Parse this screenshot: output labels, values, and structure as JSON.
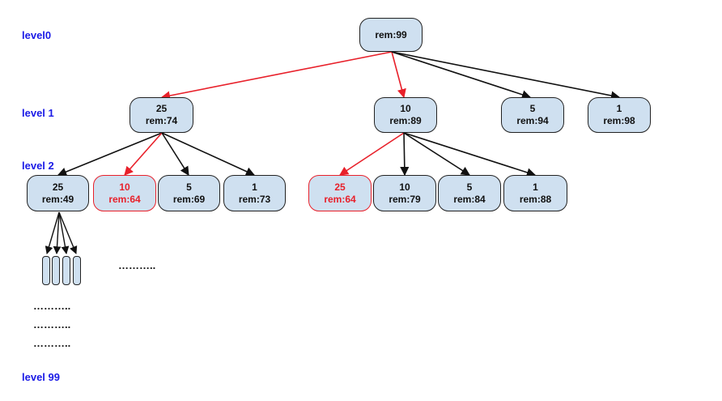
{
  "levels": {
    "l0": "level0",
    "l1": "level 1",
    "l2": "level 2",
    "l99": "level 99"
  },
  "nodes": {
    "root": {
      "value": "",
      "rem": "rem:99"
    },
    "l1_25": {
      "value": "25",
      "rem": "rem:74"
    },
    "l1_10": {
      "value": "10",
      "rem": "rem:89"
    },
    "l1_5": {
      "value": "5",
      "rem": "rem:94"
    },
    "l1_1": {
      "value": "1",
      "rem": "rem:98"
    },
    "l2a_25": {
      "value": "25",
      "rem": "rem:49"
    },
    "l2a_10": {
      "value": "10",
      "rem": "rem:64"
    },
    "l2a_5": {
      "value": "5",
      "rem": "rem:69"
    },
    "l2a_1": {
      "value": "1",
      "rem": "rem:73"
    },
    "l2b_25": {
      "value": "25",
      "rem": "rem:64"
    },
    "l2b_10": {
      "value": "10",
      "rem": "rem:79"
    },
    "l2b_5": {
      "value": "5",
      "rem": "rem:84"
    },
    "l2b_1": {
      "value": "1",
      "rem": "rem:88"
    }
  },
  "ellipsis": {
    "side": "………..",
    "row1": "………..",
    "row2": "………..",
    "row3": "……….."
  },
  "colors": {
    "node_fill": "#cfe0f0",
    "edge_default": "#111111",
    "edge_highlight": "#e8202a",
    "level_label": "#1a1ae6"
  }
}
